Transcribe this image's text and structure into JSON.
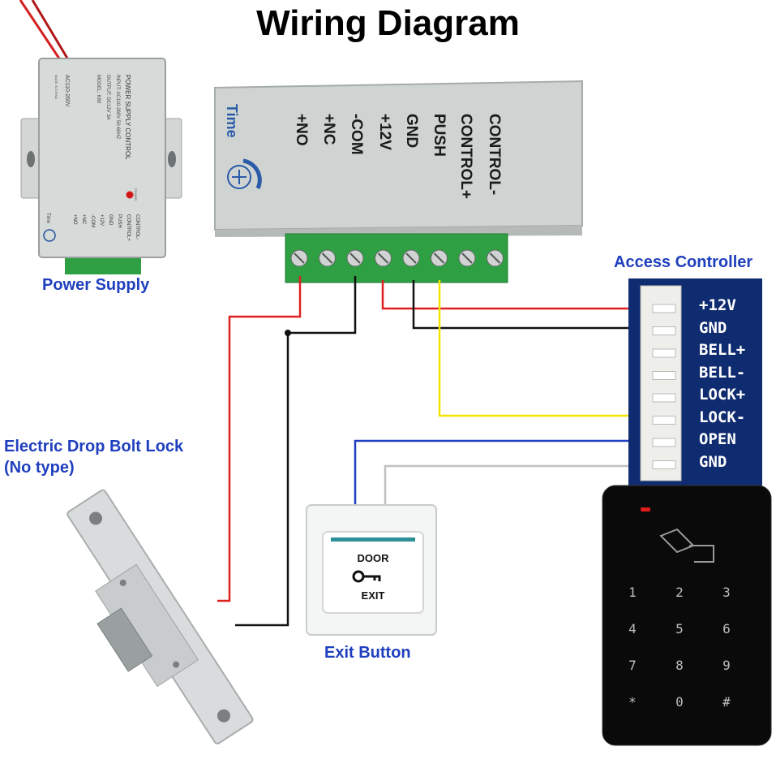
{
  "title": "Wiring Diagram",
  "labels": {
    "power_supply": "Power Supply",
    "access_controller": "Access Controller",
    "lock_line1": "Electric Drop Bolt Lock",
    "lock_line2": "(No type)",
    "exit_button": "Exit Button"
  },
  "small_psu": {
    "title": "POWER SUPPLY CONTROL",
    "input": "INPUT: AC110-260V 50-60HZ",
    "output": "OUTPUT: DC12V 3A",
    "model": "MODEL: K80",
    "ac": "AC110-260V",
    "made": "MADE IN CHINA",
    "power": "POWER",
    "time": "Time",
    "terminals": [
      "CONTROL-",
      "CONTROL+",
      "PUSH",
      "GND",
      "+12V",
      "-COM",
      "+NC",
      "+NO"
    ]
  },
  "psu_panel": {
    "time": "Time",
    "terminals": [
      "CONTROL-",
      "CONTROL+",
      "PUSH",
      "GND",
      "+12V",
      "-COM",
      "+NC",
      "+NO"
    ]
  },
  "controller_pins": [
    "+12V",
    "GND",
    "BELL+",
    "BELL-",
    "LOCK+",
    "LOCK-",
    "OPEN",
    "GND"
  ],
  "exit_button": {
    "top": "DOOR",
    "bottom": "EXIT"
  },
  "keypad": [
    "1",
    "2",
    "3",
    "4",
    "5",
    "6",
    "7",
    "8",
    "9",
    "*",
    "0",
    "#"
  ],
  "colors": {
    "red_wire": "#e02020",
    "black_wire": "#111111",
    "yellow_wire": "#f2e600",
    "blue_wire": "#1f3fbf",
    "white_wire": "#c8c8c8",
    "label_blue": "#1f3fbf",
    "terminal_green": "#2ea043",
    "board_blue": "#0f2a6b"
  }
}
